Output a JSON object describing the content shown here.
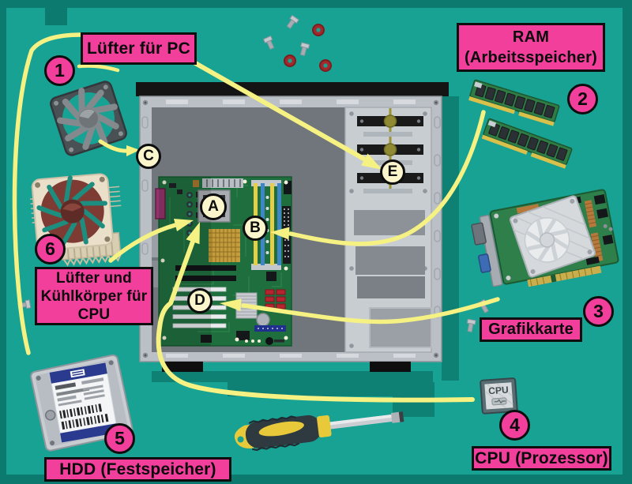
{
  "colors": {
    "background": "#17A294",
    "border_frame": "#0C7A6E",
    "arrow_yellow": "#F5F183",
    "label_pink": "#F23F9C",
    "marker_cream": "#FBF5CB",
    "case_gray": "#BAC0C6",
    "motherboard_green": "#1F6F3E"
  },
  "callouts": {
    "fan_pc": {
      "number": "1",
      "label": "Lüfter für PC"
    },
    "ram": {
      "number": "2",
      "label_line1": "RAM",
      "label_line2": "(Arbeitsspeicher)"
    },
    "gpu": {
      "number": "3",
      "label": "Grafikkarte"
    },
    "cpu": {
      "number": "4",
      "label": "CPU (Prozessor)"
    },
    "hdd": {
      "number": "5",
      "label": "HDD (Festspeicher)"
    },
    "cooler": {
      "number": "6",
      "label_line1": "Lüfter und",
      "label_line2": "Kühlkörper für",
      "label_line3": "CPU"
    }
  },
  "markers": {
    "a": "A",
    "b": "B",
    "c": "C",
    "d": "D",
    "e": "E"
  },
  "components": {
    "cpu_chip_text": "CPU"
  },
  "arrows": [
    {
      "from_number": "1",
      "to_marker": "C"
    },
    {
      "from_number": "2",
      "to_marker": "B"
    },
    {
      "from_number": "3",
      "to_marker": "D"
    },
    {
      "from_number": "4",
      "to_marker": "A"
    },
    {
      "from_number": "5",
      "to_marker": "E"
    },
    {
      "from_number": "6",
      "to_marker": "A"
    }
  ]
}
